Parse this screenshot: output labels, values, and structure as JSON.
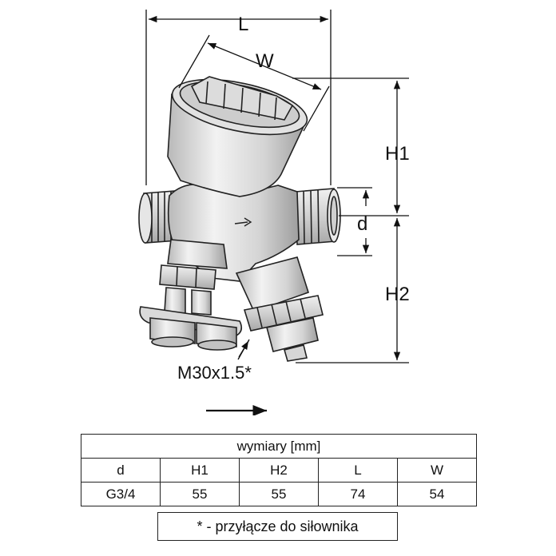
{
  "drawing": {
    "dimensions": {
      "L": "L",
      "W": "W",
      "H1": "H1",
      "H2": "H2",
      "d": "d"
    },
    "thread_label": "M30x1.5*"
  },
  "table": {
    "title": "wymiary [mm]",
    "headers": [
      "d",
      "H1",
      "H2",
      "L",
      "W"
    ],
    "values": [
      "G3/4",
      "55",
      "55",
      "74",
      "54"
    ]
  },
  "footnote": "* - przyłącze do siłownika"
}
